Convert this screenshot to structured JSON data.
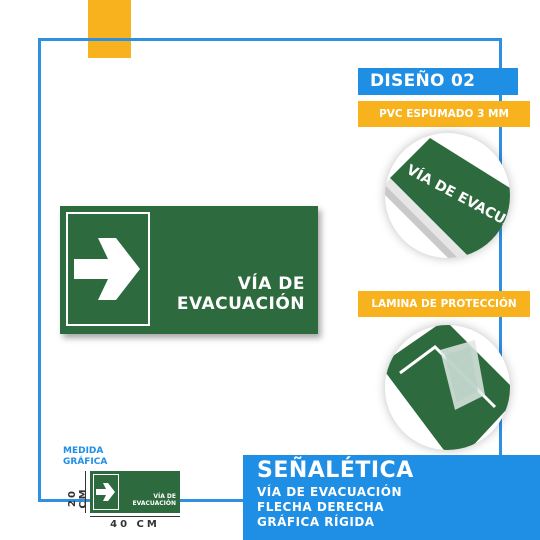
{
  "design_label": "DISEÑO 02",
  "material_label": "PVC ESPUMADO 3 MM",
  "lamination_label": "LAMINA DE PROTECCIÓN",
  "sign": {
    "line1": "VÍA DE",
    "line2": "EVACUACIÓN",
    "color": "#2d6a3d"
  },
  "closeup_text": "VÍA DE EVACUACIÓN",
  "small_sign": {
    "caption_line1": "MEDIDA",
    "caption_line2": "GRÁFICA",
    "line1": "VÍA DE",
    "line2": "EVACUACIÓN",
    "height_label": "20 CM",
    "width_label": "40 CM"
  },
  "panel": {
    "title": "SEÑALÉTICA",
    "line1": "VÍA DE EVACUACIÓN",
    "line2": "FLECHA DERECHA",
    "line3": "GRÁFICA RÍGIDA"
  },
  "icons": [
    "arrow-right-icon"
  ],
  "colors": {
    "blue": "#1e8fe5",
    "orange": "#f7b21e",
    "green": "#2d6a3d"
  }
}
